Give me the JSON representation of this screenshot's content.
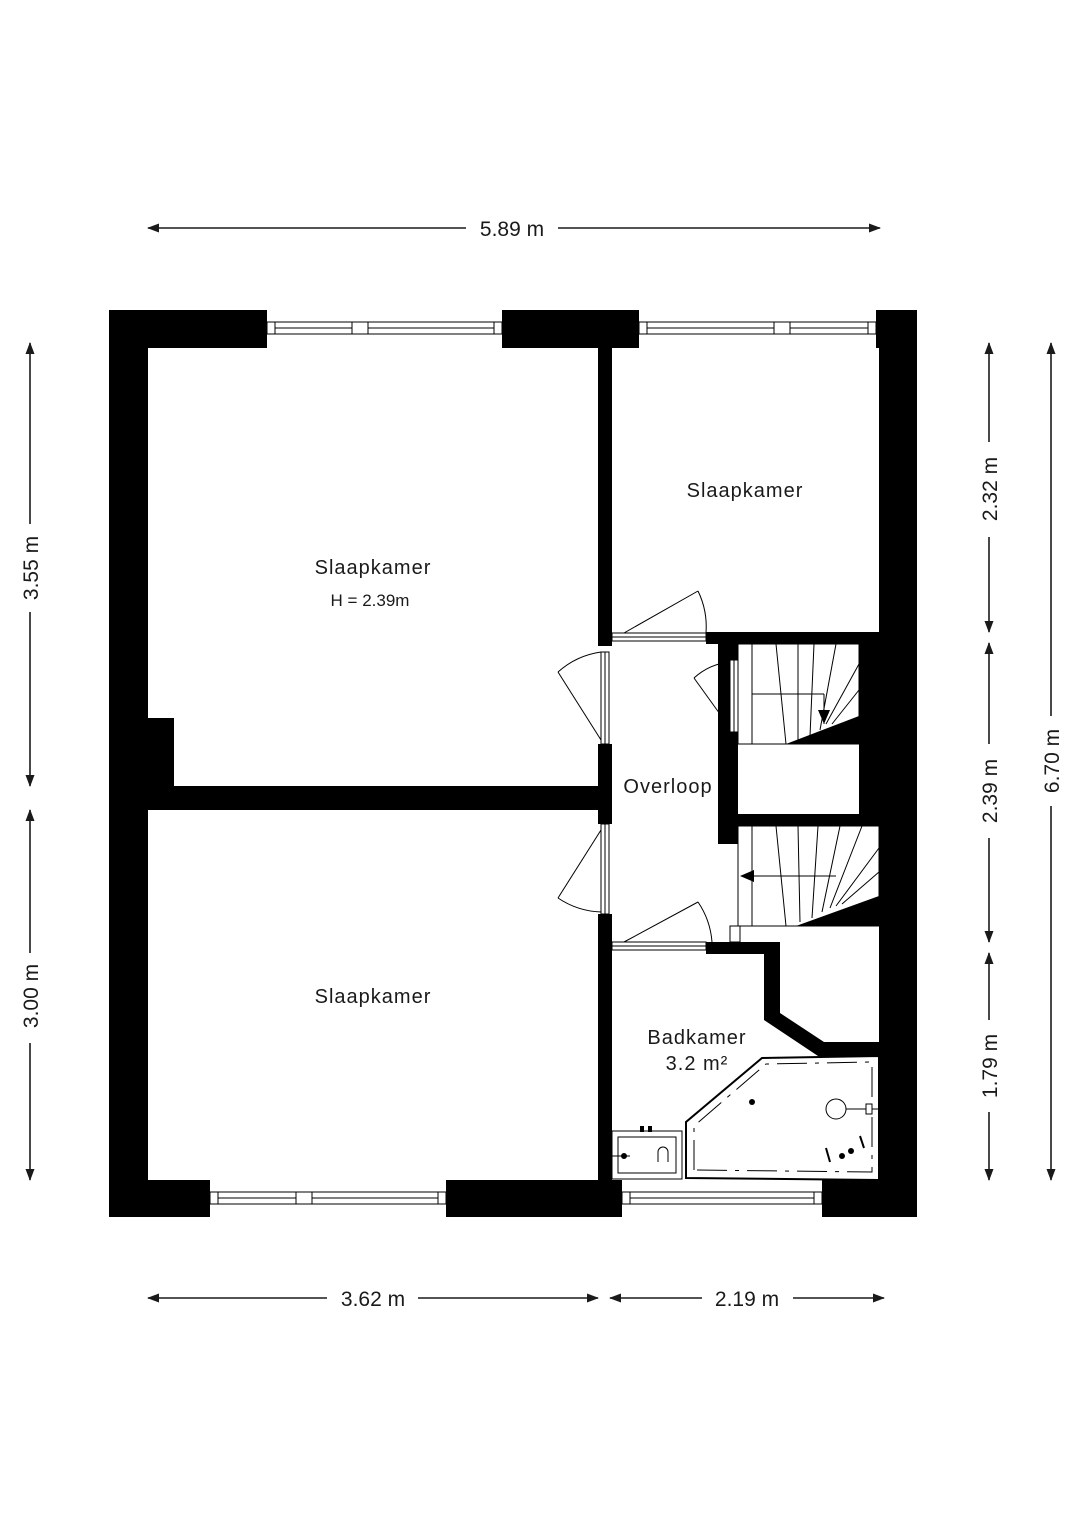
{
  "dimensions": {
    "top_total": "5.89 m",
    "left_upper": "3.55 m",
    "left_lower": "3.00 m",
    "right_a": "2.32 m",
    "right_b": "2.39 m",
    "right_c": "1.79 m",
    "right_total": "6.70 m",
    "bottom_left": "3.62 m",
    "bottom_right": "2.19 m"
  },
  "rooms": {
    "bedroom_main": {
      "label": "Slaapkamer",
      "height_note": "H = 2.39m"
    },
    "bedroom_small": {
      "label": "Slaapkamer"
    },
    "bedroom_lower": {
      "label": "Slaapkamer"
    },
    "landing": {
      "label": "Overloop"
    },
    "bathroom": {
      "label": "Badkamer",
      "area": "3.2 m²"
    }
  }
}
